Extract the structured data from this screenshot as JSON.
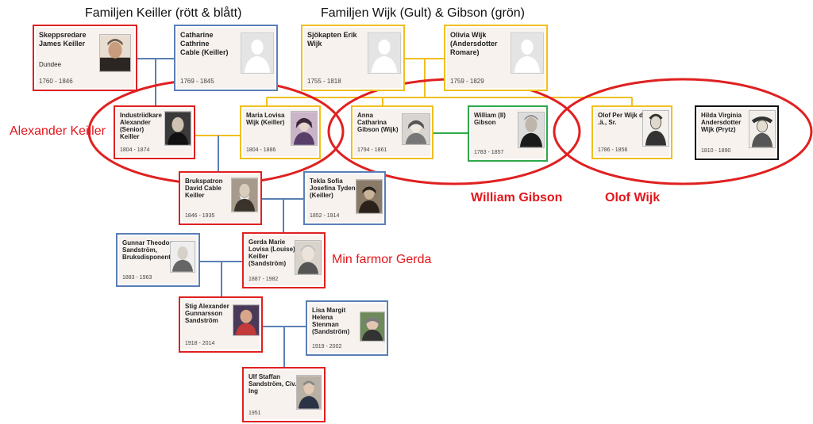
{
  "titles": {
    "keiller": "Familjen Keiller (rött & blått)",
    "wijk": "Familjen Wijk (Gult) & Gibson (grön)"
  },
  "highlights": {
    "alexander": "Alexander Keiller",
    "gibson": "William Gibson",
    "olof": "Olof Wijk",
    "gerda": "Min farmor Gerda"
  },
  "people": {
    "james": {
      "name": "Skeppsredare\nJames Keiller",
      "place": "Dundee",
      "years": "1760 - 1846"
    },
    "catharine": {
      "name": "Catharine\nCathrine\nCable (Keiller)",
      "years": "1769 - 1845"
    },
    "erik": {
      "name": "Sjökapten Erik\nWijk",
      "years": "1755 - 1818"
    },
    "olivia": {
      "name": "Olivia Wijk\n(Andersdotter\nRomare)",
      "years": "1759 - 1829"
    },
    "alexander": {
      "name": "Industriidkare\nAlexander\n(Senior)\nKeiller",
      "years": "1804 - 1874"
    },
    "maria": {
      "name": "Maria Lovisa\nWijk (Keiller)",
      "years": "1804 - 1886"
    },
    "anna": {
      "name": "Anna\nCatharina\nGibson (Wijk)",
      "years": "1794 - 1861"
    },
    "william": {
      "name": "William (II)\nGibson",
      "years": "1783 - 1857"
    },
    "olof": {
      "name": "Olof Per Wijk d\n.ä., Sr.",
      "years": "1786 - 1856"
    },
    "hilda": {
      "name": "Hilda Virginia\nAndersdotter\nWijk (Prytz)",
      "years": "1810 - 1890"
    },
    "david": {
      "name": "Brukspatron\nDavid Cable\nKeiller",
      "years": "1846 - 1935"
    },
    "tekla": {
      "name": "Tekla Sofia\nJosefina Tyden\n(Keiller)",
      "years": "1852 - 1914"
    },
    "gunnar": {
      "name": "Gunnar Theodor\nSandström,\nBruksdisponent",
      "years": "1883 - 1963"
    },
    "gerda": {
      "name": "Gerda Marie\nLovisa (Louise)\nKeiller\n(Sandström)",
      "years": "1887 - 1982"
    },
    "stig": {
      "name": "Stig Alexander\nGunnarsson\nSandström",
      "years": "1918 - 2014"
    },
    "lisa": {
      "name": "Lisa Margit\nHelena\nStenman\n(Sandström)",
      "years": "1919 - 2002"
    },
    "ulf": {
      "name": "Ulf Staffan\nSandström, Civ.\nIng",
      "years": "1951"
    }
  },
  "colors": {
    "red": "#e02020",
    "blue": "#5b7fb5",
    "yellow": "#f1bf1e",
    "green": "#2fa84a",
    "highlight_text": "#e3161b"
  },
  "icons": {
    "placeholder": "person-silhouette-icon",
    "portrait": "portrait-photo-icon"
  }
}
